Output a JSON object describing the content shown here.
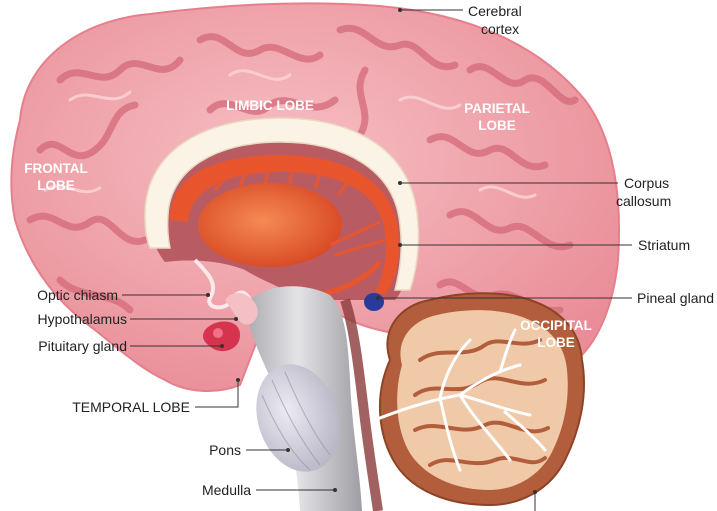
{
  "diagram": {
    "region_labels": {
      "frontal_line1": "FRONTAL",
      "frontal_line2": "LOBE",
      "limbic": "LIMBIC LOBE",
      "parietal_line1": "PARIETAL",
      "parietal_line2": "LOBE",
      "occipital_line1": "OCCIPITAL",
      "occipital_line2": "LOBE"
    },
    "callouts": {
      "cerebral_cortex_line1": "Cerebral",
      "cerebral_cortex_line2": "cortex",
      "corpus_callosum_line1": "Corpus",
      "corpus_callosum_line2": "callosum",
      "striatum": "Striatum",
      "pineal_gland": "Pineal gland",
      "optic_chiasm": "Optic chiasm",
      "hypothalamus": "Hypothalamus",
      "pituitary_gland": "Pituitary gland",
      "temporal_lobe": "TEMPORAL LOBE",
      "pons": "Pons",
      "medulla": "Medulla"
    },
    "colors": {
      "cortex_fill": "#f2a7ae",
      "cortex_fold": "#d9707c",
      "cortex_highlight": "#f8c8cc",
      "corpus_callosum": "#fbf3e6",
      "striatum": "#e8552c",
      "pituitary": "#d6334f",
      "pineal": "#2a3a9a",
      "brainstem": "#c9c9cc",
      "cerebellum_outer": "#b25e3c",
      "cerebellum_inner": "#f0c9a8"
    }
  }
}
